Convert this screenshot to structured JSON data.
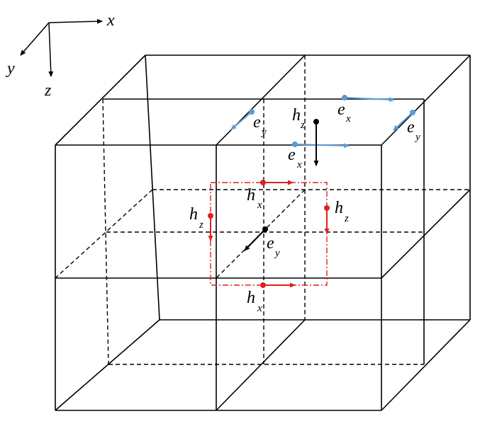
{
  "axes": {
    "x_label": "x",
    "y_label": "y",
    "z_label": "z"
  },
  "labels": {
    "e_y_left": {
      "base": "e",
      "sub": "y"
    },
    "h_z_top": {
      "base": "h",
      "sub": "z"
    },
    "e_x_top": {
      "base": "e",
      "sub": "x"
    },
    "e_y_right": {
      "base": "e",
      "sub": "y"
    },
    "e_x_front": {
      "base": "e",
      "sub": "x"
    },
    "h_x_upper": {
      "base": "h",
      "sub": "x"
    },
    "h_z_left": {
      "base": "h",
      "sub": "z"
    },
    "h_z_right": {
      "base": "h",
      "sub": "z"
    },
    "e_y_center": {
      "base": "e",
      "sub": "y"
    },
    "h_x_lower": {
      "base": "h",
      "sub": "x"
    }
  },
  "colors": {
    "edge": "#000000",
    "e_field": "#5b9bd5",
    "h_loop": "#e02020",
    "center_field": "#000000"
  }
}
